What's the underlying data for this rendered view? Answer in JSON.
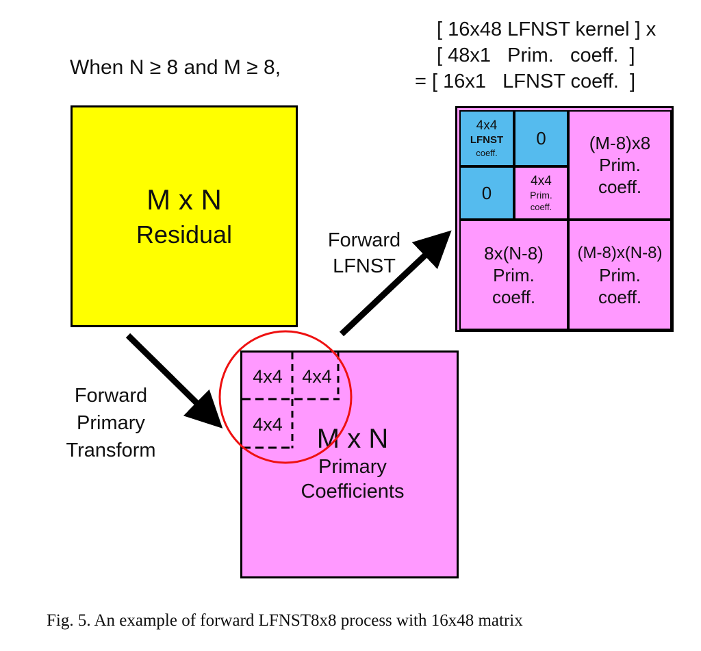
{
  "header": {
    "condition": "When N ≥ 8 and M ≥ 8,"
  },
  "equation": {
    "line1": "[ 16x48 LFNST kernel ] x",
    "line2": "[ 48x1   Prim.   coeff.  ]",
    "line3": "= [ 16x1   LFNST coeff.  ]"
  },
  "residual": {
    "line1": "M x N",
    "line2": "Residual"
  },
  "forward_primary": {
    "line1": "Forward",
    "line2": "Primary",
    "line3": "Transform"
  },
  "forward_lfnst": {
    "line1": "Forward",
    "line2": "LFNST"
  },
  "primary_block": {
    "cell_top_left": "4x4",
    "cell_top_right": "4x4",
    "cell_bottom_left": "4x4",
    "line1": "M x N",
    "line2": "Primary",
    "line3": "Coefficients"
  },
  "coeff_grid": {
    "lfnst_cell": {
      "line1": "4x4",
      "line2": "LFNST",
      "line3": "coeff."
    },
    "zero_top": "0",
    "zero_left": "0",
    "prim4x4_cell": {
      "line1": "4x4",
      "line2": "Prim.",
      "line3": "coeff."
    },
    "top_right": {
      "line1": "(M-8)x8",
      "line2": "Prim.",
      "line3": "coeff."
    },
    "bottom_left": {
      "line1": "8x(N-8)",
      "line2": "Prim.",
      "line3": "coeff."
    },
    "bottom_right": {
      "line1": "(M-8)x(N-8)",
      "line2": "Prim.",
      "line3": "coeff."
    }
  },
  "caption": "Fig. 5. An example of forward LFNST8x8 process with 16x48 matrix",
  "colors": {
    "residual_fill": "#ffff00",
    "primary_fill": "#ff99ff",
    "lfnst_fill": "#55bbee",
    "highlight_circle": "#ee1111",
    "arrow": "#000000"
  }
}
